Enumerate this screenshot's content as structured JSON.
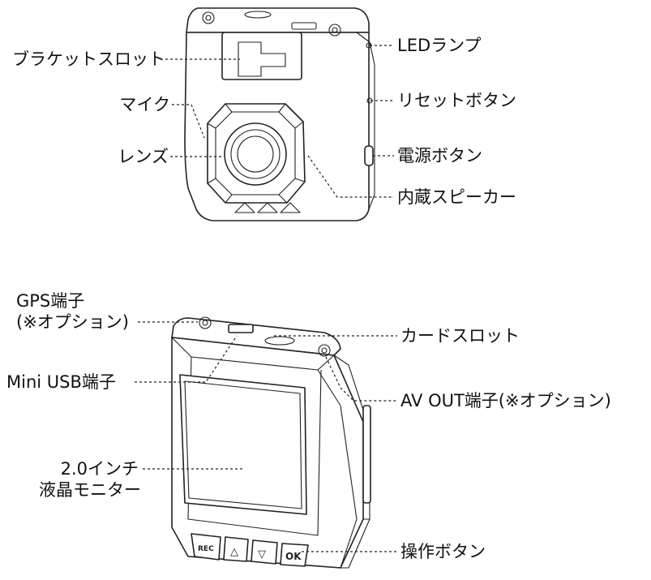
{
  "top_device": {
    "labels": {
      "bracket_slot": "ブラケットスロット",
      "led_lamp": "LEDランプ",
      "mic": "マイク",
      "reset_button": "リセットボタン",
      "lens": "レンズ",
      "power_button": "電源ボタン",
      "speaker": "内蔵スピーカー"
    }
  },
  "bottom_device": {
    "labels": {
      "gps_line1": "GPS端子",
      "gps_line2": "(※オプション)",
      "card_slot": "カードスロット",
      "mini_usb": "Mini USB端子",
      "av_out": "AV OUT端子(※オプション)",
      "lcd_line1": "2.0インチ",
      "lcd_line2": "液晶モニター",
      "op_buttons": "操作ボタン"
    },
    "button_marks": {
      "rec": "REC",
      "ok": "OK",
      "up": "△",
      "down": "▽"
    }
  }
}
